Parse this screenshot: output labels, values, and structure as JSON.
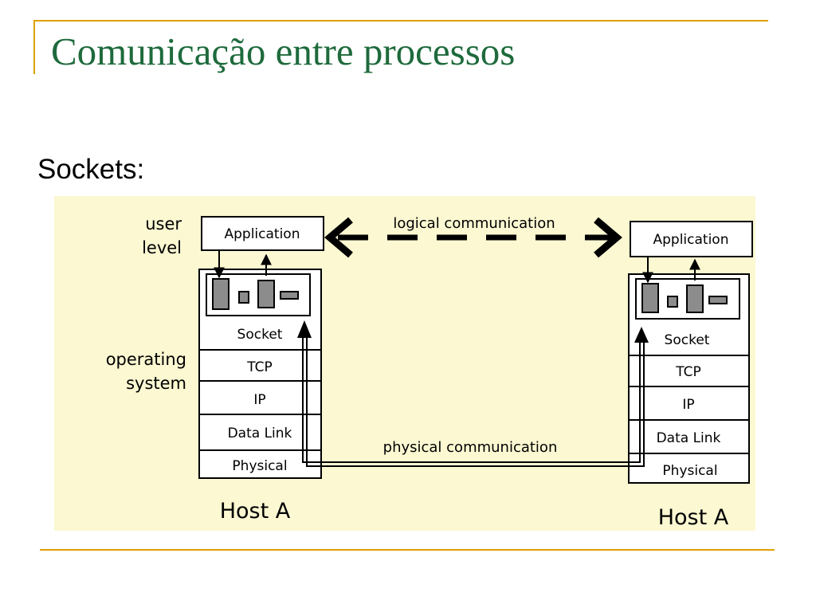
{
  "slide": {
    "title": "Comunicação entre processos",
    "subtitle": "Sockets:"
  },
  "diagram": {
    "user_level": [
      "user",
      "level"
    ],
    "operating_system": [
      "operating",
      "system"
    ],
    "logical_label": "logical communication",
    "physical_label": "physical communication",
    "left_host": {
      "application": "Application",
      "layers": [
        "Socket",
        "TCP",
        "IP",
        "Data Link",
        "Physical"
      ],
      "name": "Host A"
    },
    "right_host": {
      "application": "Application",
      "layers": [
        "Socket",
        "TCP",
        "IP",
        "Data Link",
        "Physical"
      ],
      "name": "Host A"
    }
  },
  "colors": {
    "title": "#1e6a3c",
    "accent_rule": "#e0a000",
    "figure_background": "#fbf8d2",
    "block_fill": "#8c8c8c"
  }
}
